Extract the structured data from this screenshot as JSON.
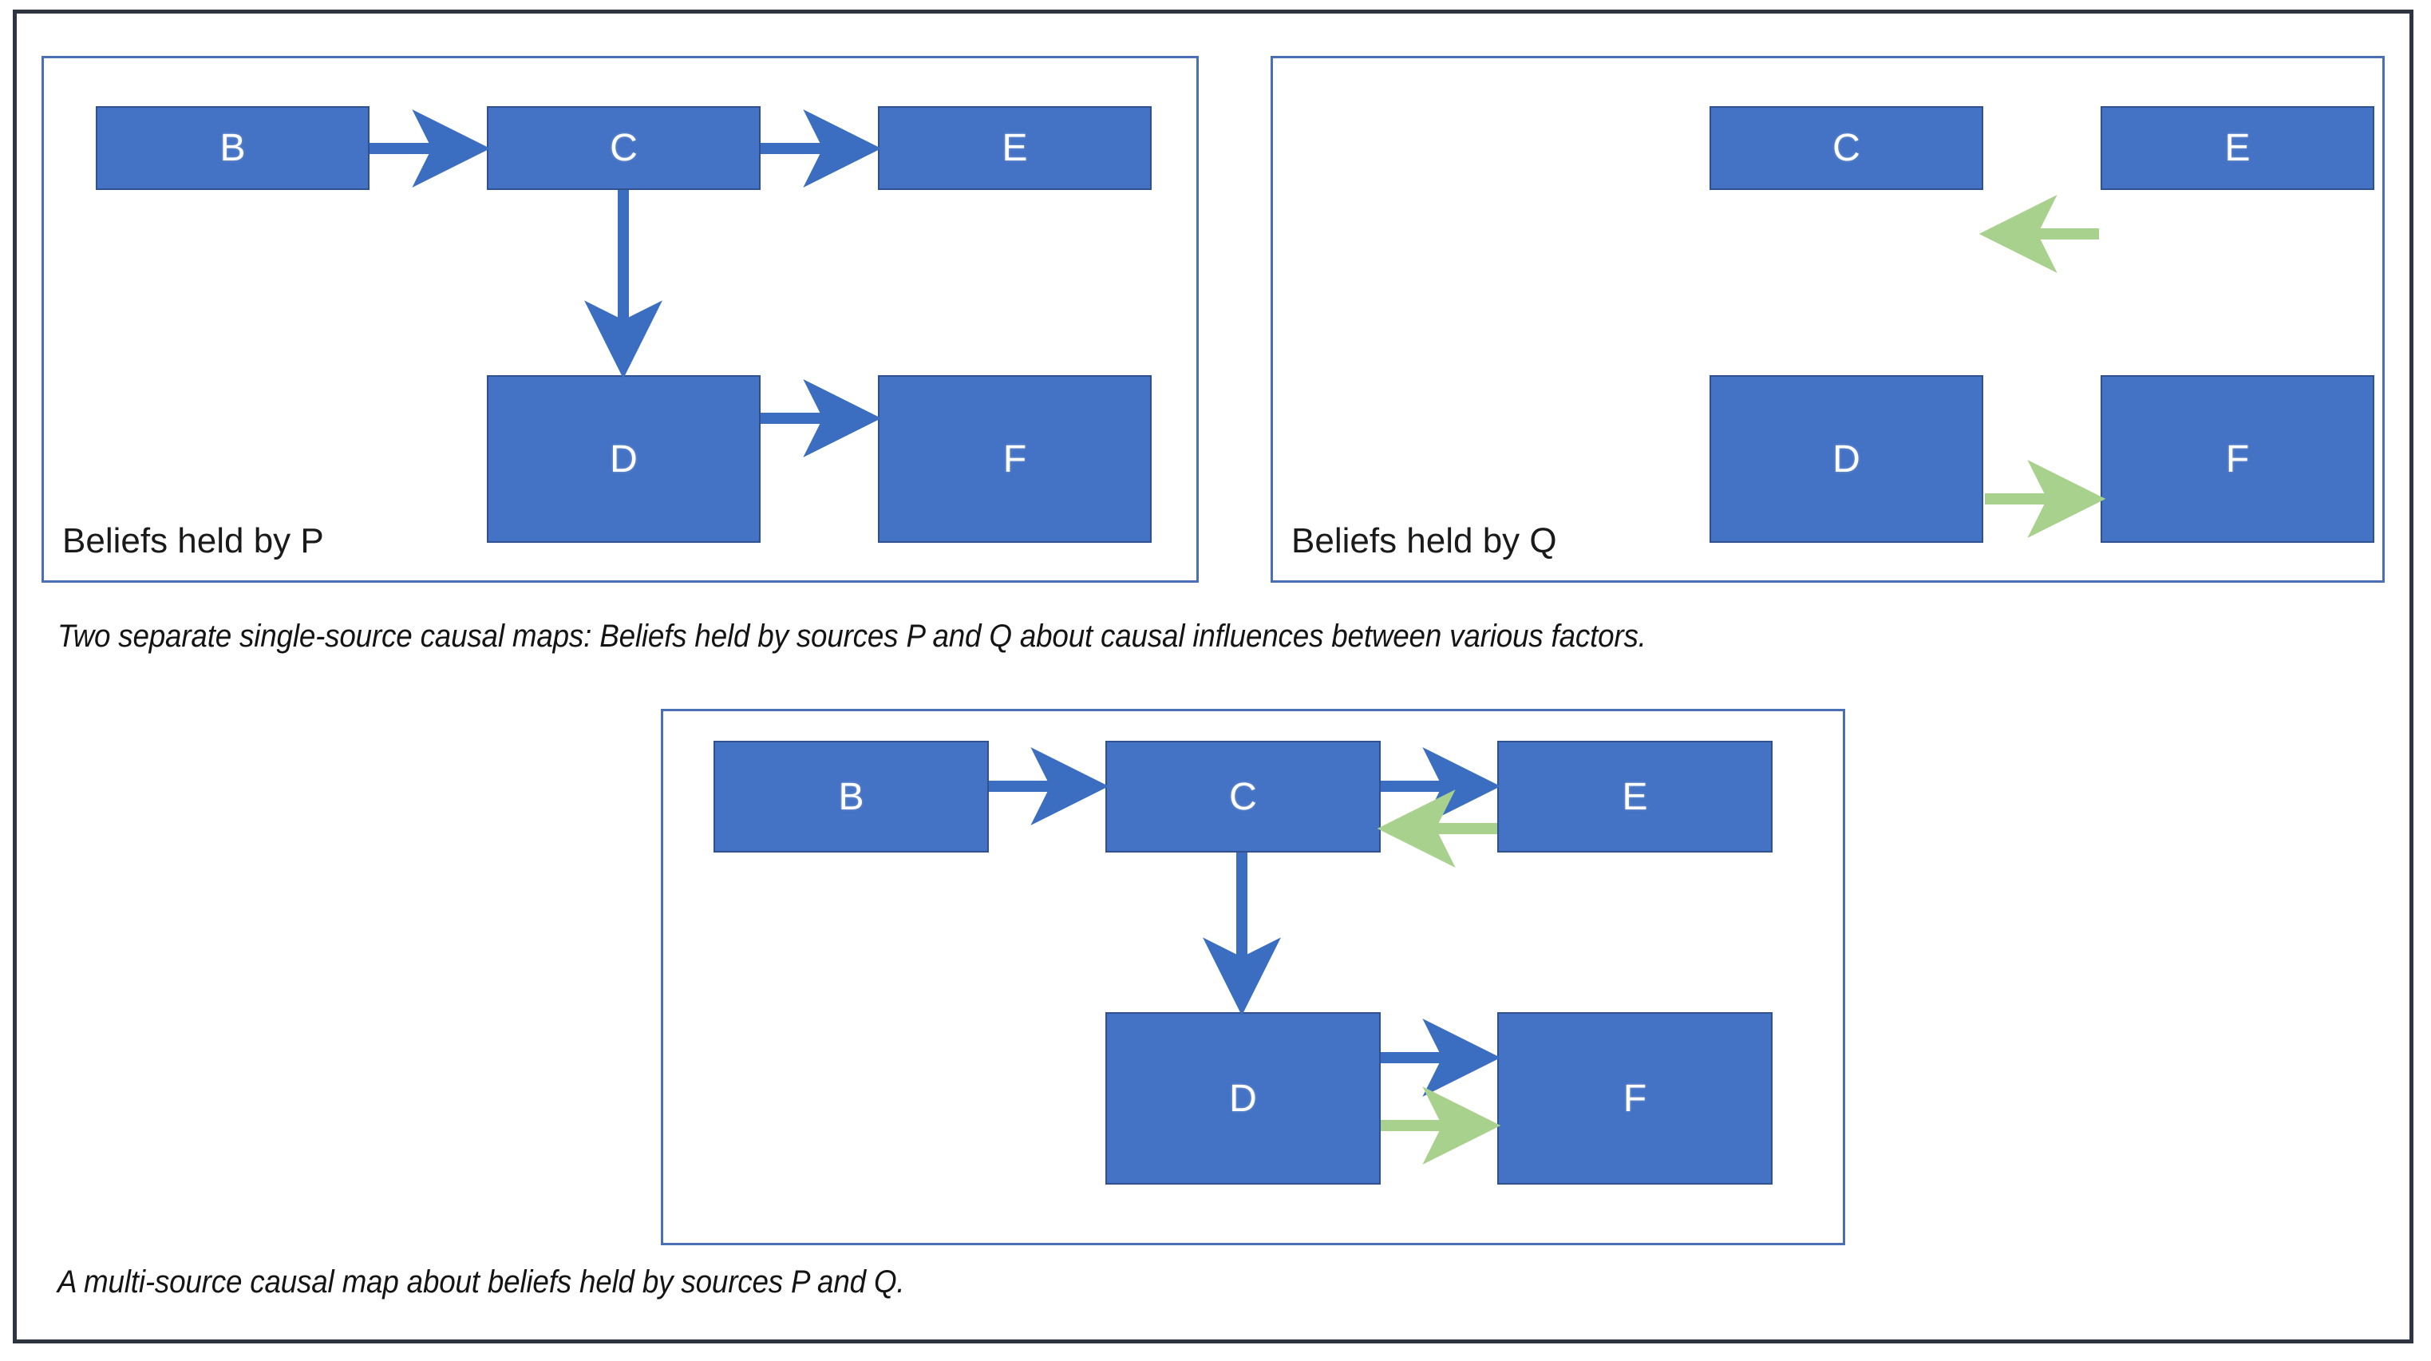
{
  "figure": {
    "title_present": false,
    "outer_border_color": "#2e3440",
    "panel_border_color": "#4a6fb5",
    "node_fill_color": "#4472c4",
    "node_border_color": "#2f528f",
    "node_text_color": "#ffffff",
    "arrow_color_p": "#3b6ec1",
    "arrow_color_q": "#a9d18e",
    "background_color": "#ffffff"
  },
  "panels": [
    {
      "id": "panel-p",
      "label": "Beliefs held by P",
      "nodes": [
        {
          "id": "B",
          "label": "B"
        },
        {
          "id": "C",
          "label": "C"
        },
        {
          "id": "E",
          "label": "E"
        },
        {
          "id": "D",
          "label": "D"
        },
        {
          "id": "F",
          "label": "F"
        }
      ],
      "edges": [
        {
          "from": "B",
          "to": "C",
          "source": "P",
          "color": "#3b6ec1",
          "direction": "right"
        },
        {
          "from": "C",
          "to": "E",
          "source": "P",
          "color": "#3b6ec1",
          "direction": "right"
        },
        {
          "from": "C",
          "to": "D",
          "source": "P",
          "color": "#3b6ec1",
          "direction": "down"
        },
        {
          "from": "D",
          "to": "F",
          "source": "P",
          "color": "#3b6ec1",
          "direction": "right"
        }
      ]
    },
    {
      "id": "panel-q",
      "label": "Beliefs held by Q",
      "nodes": [
        {
          "id": "C",
          "label": "C"
        },
        {
          "id": "E",
          "label": "E"
        },
        {
          "id": "D",
          "label": "D"
        },
        {
          "id": "F",
          "label": "F"
        }
      ],
      "edges": [
        {
          "from": "E",
          "to": "C",
          "source": "Q",
          "color": "#a9d18e",
          "direction": "left"
        },
        {
          "from": "D",
          "to": "F",
          "source": "Q",
          "color": "#a9d18e",
          "direction": "right"
        }
      ]
    },
    {
      "id": "panel-pq",
      "label": "",
      "nodes": [
        {
          "id": "B",
          "label": "B"
        },
        {
          "id": "C",
          "label": "C"
        },
        {
          "id": "E",
          "label": "E"
        },
        {
          "id": "D",
          "label": "D"
        },
        {
          "id": "F",
          "label": "F"
        }
      ],
      "edges": [
        {
          "from": "B",
          "to": "C",
          "source": "P",
          "color": "#3b6ec1",
          "direction": "right"
        },
        {
          "from": "C",
          "to": "E",
          "source": "P",
          "color": "#3b6ec1",
          "direction": "right"
        },
        {
          "from": "E",
          "to": "C",
          "source": "Q",
          "color": "#a9d18e",
          "direction": "left"
        },
        {
          "from": "C",
          "to": "D",
          "source": "P",
          "color": "#3b6ec1",
          "direction": "down"
        },
        {
          "from": "D",
          "to": "F",
          "source": "P",
          "color": "#3b6ec1",
          "direction": "right"
        },
        {
          "from": "D",
          "to": "F",
          "source": "Q",
          "color": "#a9d18e",
          "direction": "right"
        }
      ]
    }
  ],
  "captions": {
    "top": "Two separate single-source causal maps: Beliefs held by sources P and Q about causal influences between various factors.",
    "bottom": "A multi-source causal map about beliefs held by sources P and Q."
  },
  "node_labels": {
    "p_B": "B",
    "p_C": "C",
    "p_E": "E",
    "p_D": "D",
    "p_F": "F",
    "q_C": "C",
    "q_E": "E",
    "q_D": "D",
    "q_F": "F",
    "pq_B": "B",
    "pq_C": "C",
    "pq_E": "E",
    "pq_D": "D",
    "pq_F": "F"
  }
}
